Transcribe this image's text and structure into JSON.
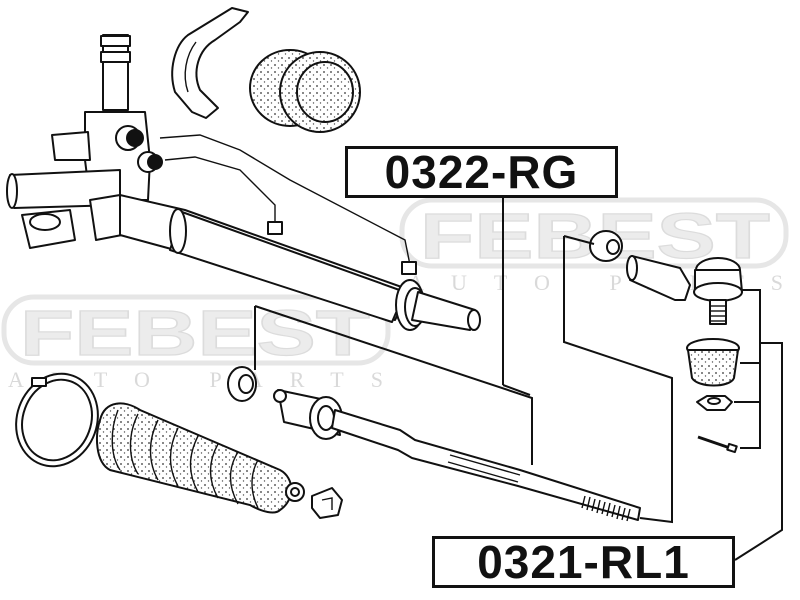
{
  "diagram": {
    "type": "exploded-parts-view",
    "subject": "steering rack assembly with tie rod and tie rod end",
    "background": "#ffffff",
    "line_color": "#111111"
  },
  "watermarks": [
    {
      "brand": "FEBEST",
      "tagline": "AUTO PARTS",
      "color": "#e8e8e8",
      "position": "upper-right"
    },
    {
      "brand": "FEBEST",
      "tagline": "AUTO PARTS",
      "color": "#e8e8e8",
      "position": "middle-left"
    }
  ],
  "callouts": [
    {
      "id": "0322-RG",
      "label": "0322-RG",
      "points_to": "inner tie rod (rack end)"
    },
    {
      "id": "0321-RL1",
      "label": "0321-RL1",
      "points_to": "tie rod end assembly (ball joint, boot, nut, cotter pin)"
    }
  ],
  "parts": [
    {
      "name": "steering-gear-housing",
      "icon": "steering-rack-icon"
    },
    {
      "name": "mounting-bracket-clamp",
      "icon": "clamp-icon"
    },
    {
      "name": "rubber-bushing",
      "icon": "bushing-icon"
    },
    {
      "name": "hydraulic-lines",
      "icon": "pipe-icon"
    },
    {
      "name": "boot-clamp-band",
      "icon": "band-clamp-icon"
    },
    {
      "name": "bellows-boot",
      "icon": "boot-icon"
    },
    {
      "name": "small-boot-clip",
      "icon": "clip-icon"
    },
    {
      "name": "lock-washer",
      "icon": "washer-icon"
    },
    {
      "name": "inner-tie-rod",
      "icon": "tie-rod-icon"
    },
    {
      "name": "jam-nut",
      "icon": "nut-icon"
    },
    {
      "name": "tie-rod-end",
      "icon": "ball-joint-icon"
    },
    {
      "name": "dust-boot",
      "icon": "dust-boot-icon"
    },
    {
      "name": "castle-nut",
      "icon": "nut-icon"
    },
    {
      "name": "cotter-pin",
      "icon": "cotter-pin-icon"
    }
  ]
}
